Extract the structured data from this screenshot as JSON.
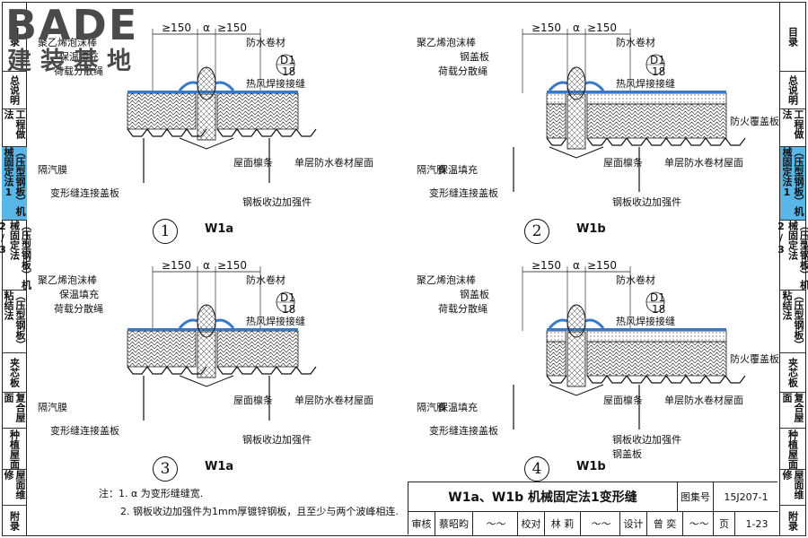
{
  "logo": {
    "main": "BADE",
    "sub": "建装基地"
  },
  "sidebar_left": [
    {
      "label": "目录"
    },
    {
      "label": "总说明"
    },
    {
      "label": "工程做法"
    },
    {
      "label": "（压型钢板）机械固定法1",
      "active": true
    },
    {
      "label": "（压型钢板）机械固定法2/3"
    },
    {
      "label": "（压型钢板）粘结法"
    },
    {
      "label": "夹芯板"
    },
    {
      "label": "复合屋面"
    },
    {
      "label": "种植屋面"
    },
    {
      "label": "屋面维修"
    },
    {
      "label": "附录"
    }
  ],
  "sidebar_right": [
    {
      "label": "目录"
    },
    {
      "label": "总说明"
    },
    {
      "label": "工程做法"
    },
    {
      "label": "（压型钢板）机械固定法1",
      "active": true
    },
    {
      "label": "（压型钢板）机械固定法2/3"
    },
    {
      "label": "（压型钢板）粘结法"
    },
    {
      "label": "夹芯板"
    },
    {
      "label": "复合屋面"
    },
    {
      "label": "种植屋面"
    },
    {
      "label": "屋面维修"
    },
    {
      "label": "附录"
    }
  ],
  "details": [
    {
      "number": "1",
      "code": "W1a",
      "dims": [
        "≥150",
        "≥150",
        "α"
      ],
      "callout": {
        "top": "D1",
        "bottom": "18"
      },
      "labels": {
        "foam_rod": "聚乙烯泡沫棒",
        "insulation_fill": "保温填充",
        "load_strip": "荷载分散绳",
        "waterproof_membrane": "防水卷材",
        "hot_air_weld": "热风焊接接缝",
        "vapor_barrier": "隔汽膜",
        "purlin": "屋面檩条",
        "single_ply_roof": "单层防水卷材屋面",
        "cover_plate": "变形缝连接盖板",
        "edge_stiffener": "钢板收边加强件"
      }
    },
    {
      "number": "2",
      "code": "W1b",
      "dims": [
        "≥150",
        "≥150",
        "α"
      ],
      "callout": {
        "top": "D1",
        "bottom": "18"
      },
      "labels": {
        "foam_rod": "聚乙烯泡沫棒",
        "steel_cover": "钢盖板",
        "load_strip": "荷载分散绳",
        "waterproof_membrane": "防水卷材",
        "hot_air_weld": "热风焊接接缝",
        "fire_board": "防火覆盖板",
        "vapor_barrier": "隔汽膜",
        "insulation_fill": "保温填充",
        "purlin": "屋面檩条",
        "single_ply_roof": "单层防水卷材屋面",
        "cover_plate": "变形缝连接盖板",
        "edge_stiffener": "钢板收边加强件"
      }
    },
    {
      "number": "3",
      "code": "W1a",
      "dims": [
        "≥150",
        "≥150",
        "α"
      ],
      "callout": {
        "top": "D1",
        "bottom": "18"
      },
      "labels": {
        "foam_rod": "聚乙烯泡沫棒",
        "insulation_fill": "保温填充",
        "load_strip": "荷载分散绳",
        "waterproof_membrane": "防水卷材",
        "hot_air_weld": "热风焊接接缝",
        "vapor_barrier": "隔汽膜",
        "purlin": "屋面檩条",
        "single_ply_roof": "单层防水卷材屋面",
        "cover_plate": "变形缝连接盖板",
        "edge_stiffener": "钢板收边加强件"
      }
    },
    {
      "number": "4",
      "code": "W1b",
      "dims": [
        "≥150",
        "≥150",
        "α"
      ],
      "callout": {
        "top": "D1",
        "bottom": "18"
      },
      "labels": {
        "foam_rod": "聚乙烯泡沫棒",
        "steel_cover": "钢盖板",
        "load_strip": "荷载分散绳",
        "waterproof_membrane": "防水卷材",
        "hot_air_weld": "热风焊接接缝",
        "fire_board": "防火覆盖板",
        "vapor_barrier": "隔汽膜",
        "insulation_fill": "保温填充",
        "purlin": "屋面檩条",
        "single_ply_roof": "单层防水卷材屋面",
        "cover_plate": "变形缝连接盖板",
        "edge_stiffener": "钢板收边加强件",
        "steel_cover_2": "钢盖板"
      }
    }
  ],
  "notes": [
    "注：1. α 为变形缝缝宽.",
    "2. 钢板收边加强件为1mm厚镀锌钢板，且至少与两个波峰相连."
  ],
  "titleblock": {
    "title": "W1a、W1b 机械固定法1变形缝",
    "atlas_label": "图集号",
    "atlas_no": "15J207-1",
    "review_label": "审核",
    "reviewer": "蔡昭昀",
    "check_label": "校对",
    "checker": "林 莉",
    "design_label": "设计",
    "designer": "曾 奕",
    "page_label": "页",
    "page_no": "1-23"
  },
  "colors": {
    "membrane": "#3a78c8",
    "active_tab": "#5ab6e6"
  }
}
